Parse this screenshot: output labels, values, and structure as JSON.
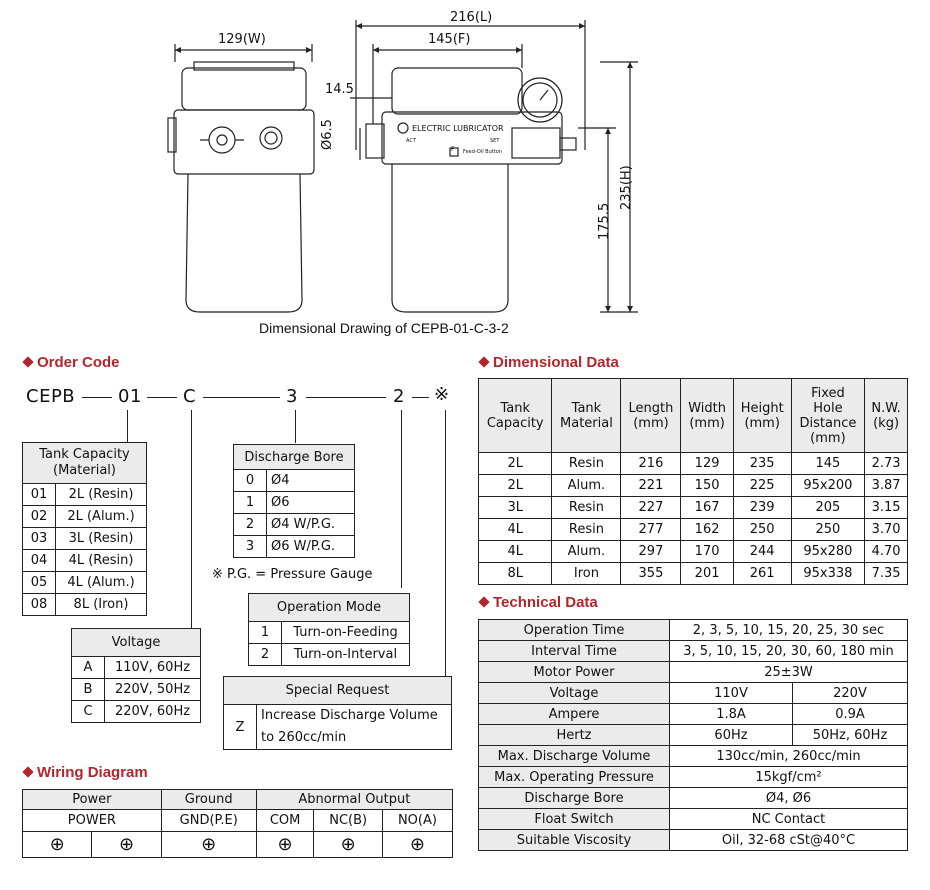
{
  "drawing": {
    "caption": "Dimensional Drawing of CEPB-01-C-3-2",
    "dims": {
      "width": "129(W)",
      "length": "216(L)",
      "fixed": "145(F)",
      "height": "235(H)",
      "h2": "175.5",
      "d1": "14.5",
      "bore": "Ø6.5"
    },
    "label_brand": "ELECTRIC LUBRICATOR",
    "label_act": "ACT",
    "label_set": "SET",
    "label_feed": "Feed-Oil Button",
    "label_f": "F"
  },
  "order_code": {
    "title": "Order Code",
    "parts": [
      "CEPB",
      "01",
      "C",
      "3",
      "2",
      "※"
    ],
    "tank": {
      "header": "Tank Capacity\n(Material)",
      "rows": [
        [
          "01",
          "2L (Resin)"
        ],
        [
          "02",
          "2L (Alum.)"
        ],
        [
          "03",
          "3L (Resin)"
        ],
        [
          "04",
          "4L (Resin)"
        ],
        [
          "05",
          "4L (Alum.)"
        ],
        [
          "08",
          "8L (Iron)"
        ]
      ]
    },
    "bore": {
      "header": "Discharge Bore",
      "rows": [
        [
          "0",
          "Ø4"
        ],
        [
          "1",
          "Ø6"
        ],
        [
          "2",
          "Ø4 W/P.G."
        ],
        [
          "3",
          "Ø6 W/P.G."
        ]
      ],
      "note": "※ P.G. = Pressure Gauge"
    },
    "voltage": {
      "header": "Voltage",
      "rows": [
        [
          "A",
          "110V, 60Hz"
        ],
        [
          "B",
          "220V, 50Hz"
        ],
        [
          "C",
          "220V, 60Hz"
        ]
      ]
    },
    "mode": {
      "header": "Operation Mode",
      "rows": [
        [
          "1",
          "Turn-on-Feeding"
        ],
        [
          "2",
          "Turn-on-Interval"
        ]
      ]
    },
    "special": {
      "header": "Special Request",
      "key": "Z",
      "text1": "Increase Discharge Volume",
      "text2": "to 260cc/min"
    }
  },
  "wiring": {
    "title": "Wiring Diagram",
    "groups": [
      "Power",
      "Ground",
      "Abnormal Output"
    ],
    "labels": [
      "POWER",
      "GND(P.E)",
      "COM",
      "NC(B)",
      "NO(A)"
    ],
    "symbol": "⊕"
  },
  "dimensional": {
    "title": "Dimensional Data",
    "headers": [
      "Tank\nCapacity",
      "Tank\nMaterial",
      "Length\n(mm)",
      "Width\n(mm)",
      "Height\n(mm)",
      "Fixed\nHole\nDistance\n(mm)",
      "N.W.\n(kg)"
    ],
    "rows": [
      [
        "2L",
        "Resin",
        "216",
        "129",
        "235",
        "145",
        "2.73"
      ],
      [
        "2L",
        "Alum.",
        "221",
        "150",
        "225",
        "95x200",
        "3.87"
      ],
      [
        "3L",
        "Resin",
        "227",
        "167",
        "239",
        "205",
        "3.15"
      ],
      [
        "4L",
        "Resin",
        "277",
        "162",
        "250",
        "250",
        "3.70"
      ],
      [
        "4L",
        "Alum.",
        "297",
        "170",
        "244",
        "95x280",
        "4.70"
      ],
      [
        "8L",
        "Iron",
        "355",
        "201",
        "261",
        "95x338",
        "7.35"
      ]
    ]
  },
  "technical": {
    "title": "Technical Data",
    "rows": [
      [
        "Operation Time",
        "2, 3, 5, 10, 15, 20, 25, 30 sec"
      ],
      [
        "Interval Time",
        "3, 5, 10, 15, 20, 30, 60, 180 min"
      ],
      [
        "Motor Power",
        "25±3W"
      ],
      [
        "Voltage",
        "110V",
        "220V"
      ],
      [
        "Ampere",
        "1.8A",
        "0.9A"
      ],
      [
        "Hertz",
        "60Hz",
        "50Hz, 60Hz"
      ],
      [
        "Max. Discharge Volume",
        "130cc/min, 260cc/min"
      ],
      [
        "Max. Operating Pressure",
        "15kgf/cm²"
      ],
      [
        "Discharge Bore",
        "Ø4, Ø6"
      ],
      [
        "Float Switch",
        "NC Contact"
      ],
      [
        "Suitable Viscosity",
        "Oil, 32-68 cSt@40°C"
      ]
    ]
  }
}
